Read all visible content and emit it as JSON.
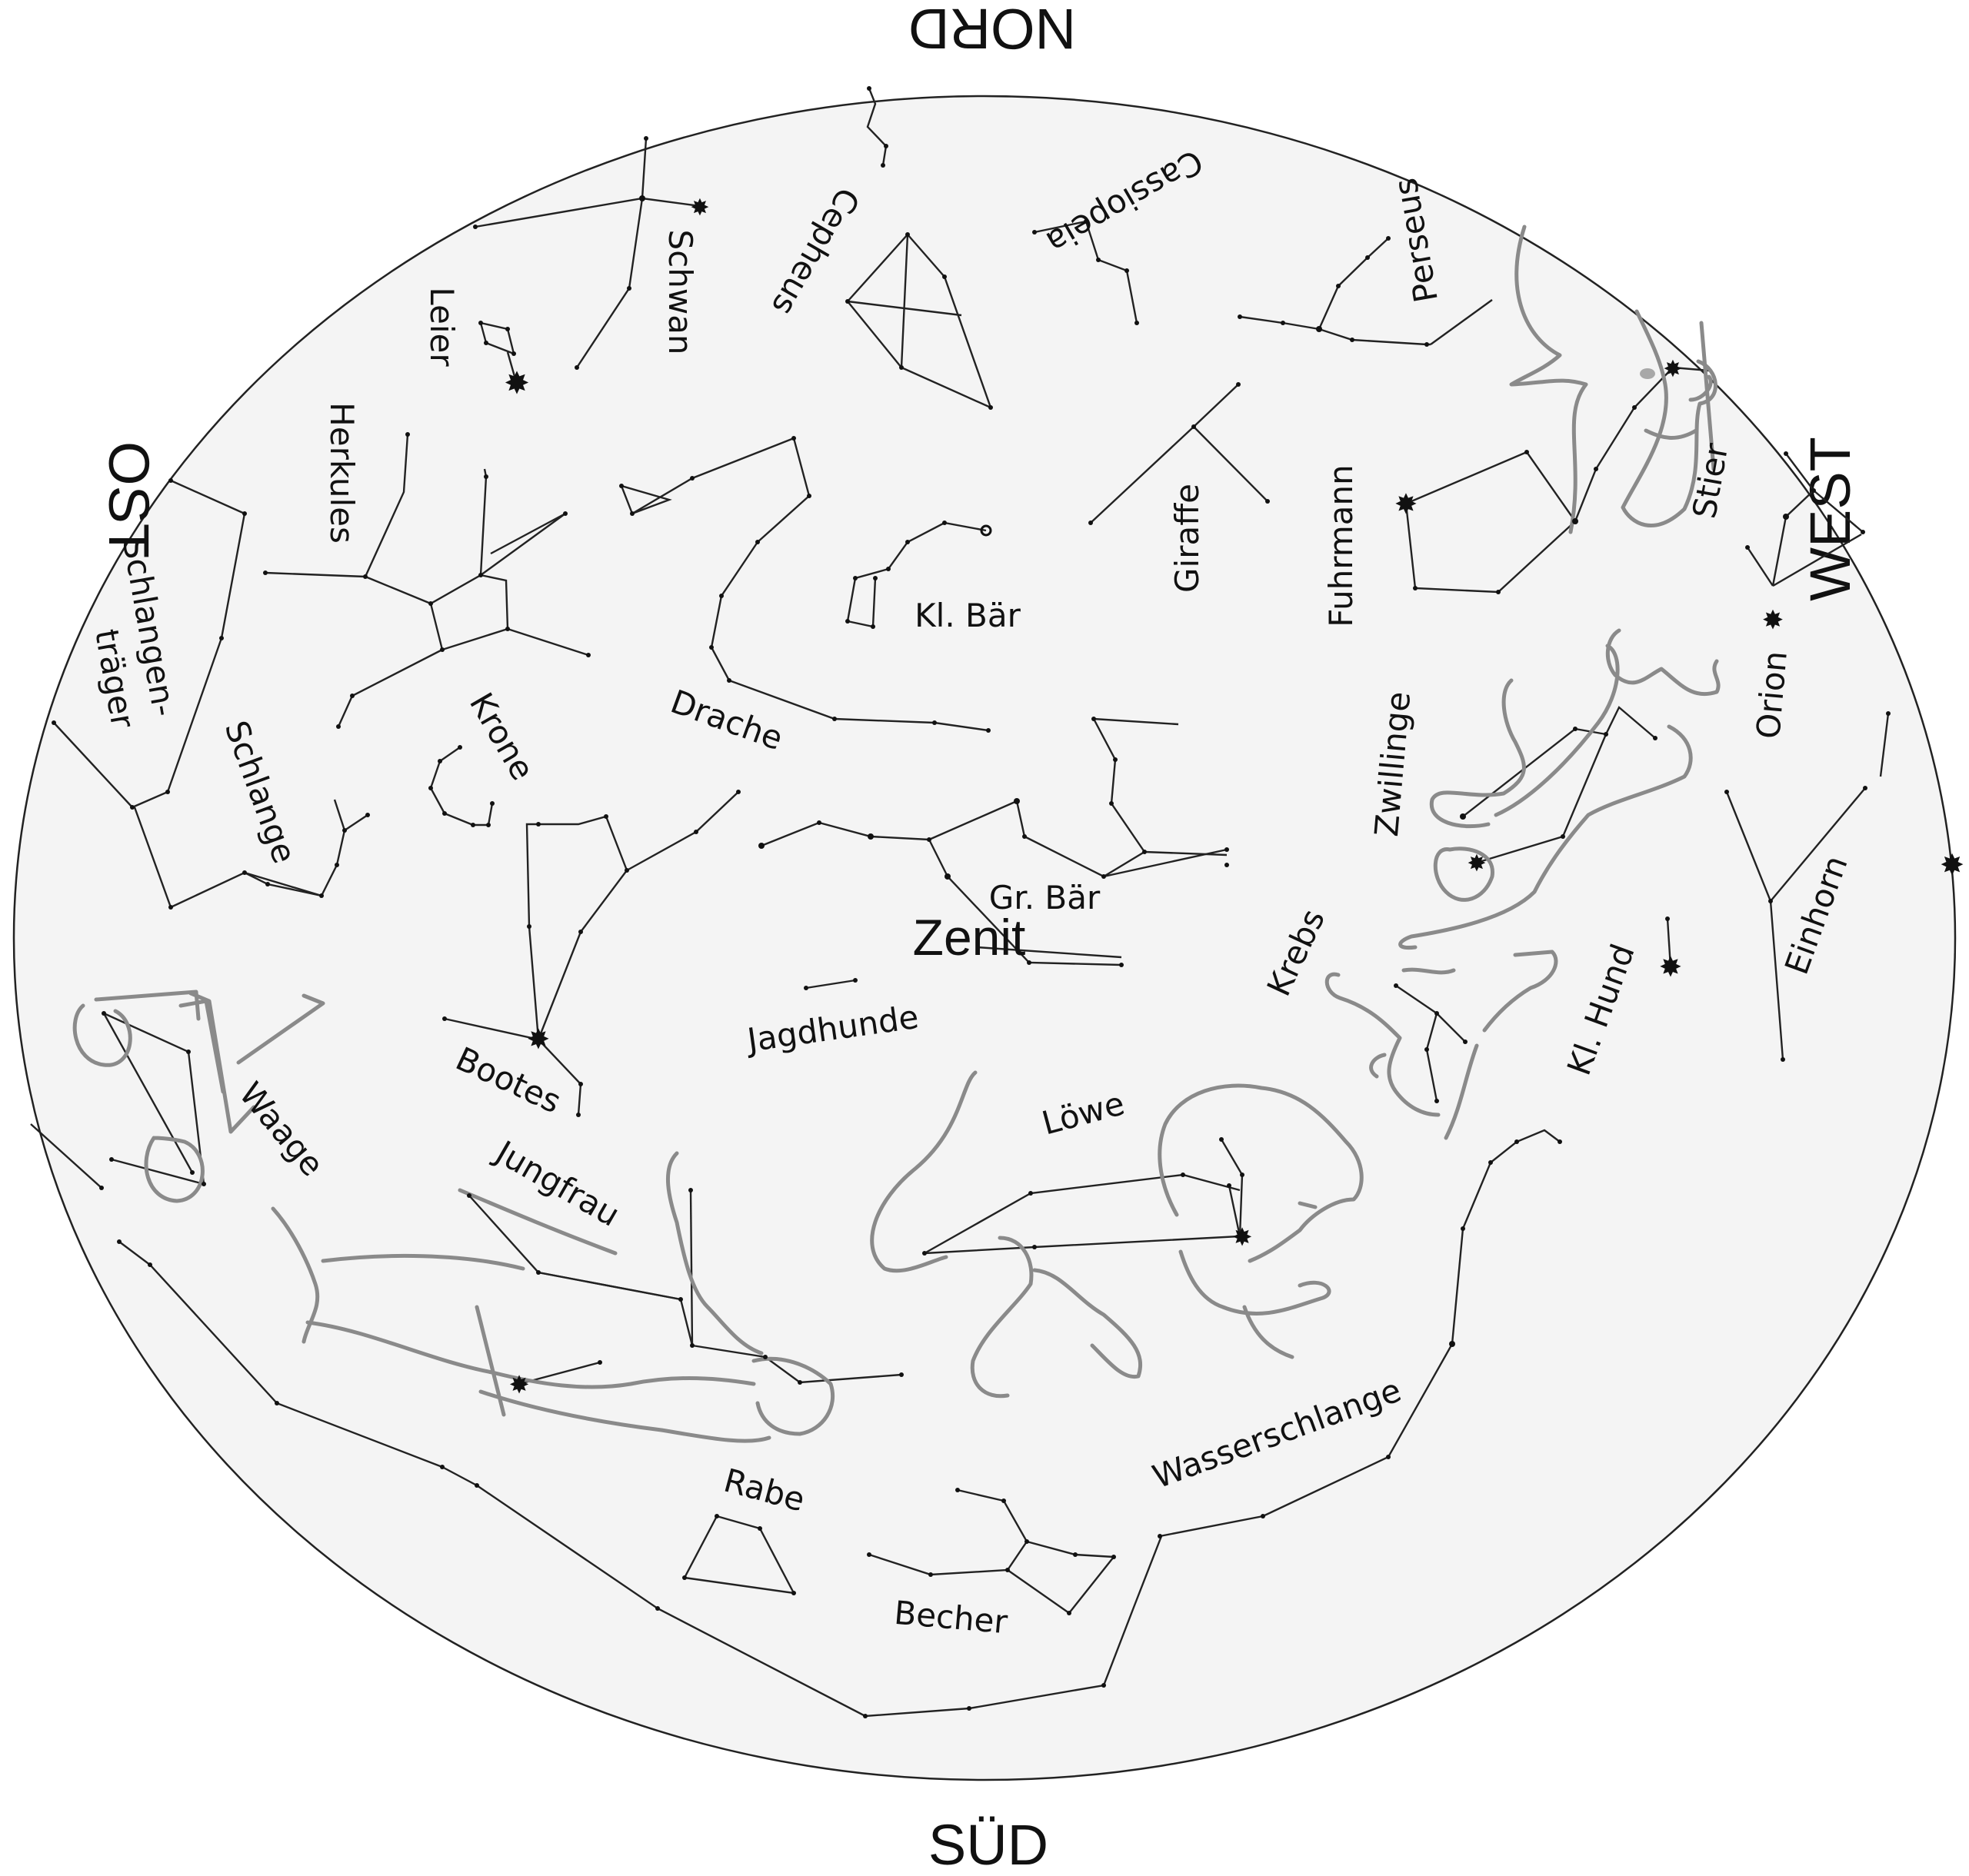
{
  "directions": {
    "north": "NORD",
    "south": "SÜD",
    "east": "OST",
    "west": "WEST"
  },
  "zenith": "Zenit",
  "constellations": {
    "schwan": "Schwan",
    "cepheus": "Cepheus",
    "cassiopeia": "Cassiopeia",
    "perseus": "Perseus",
    "leier": "Leier",
    "herkules": "Herkules",
    "schlangentraeger_1": "Schlangen-",
    "schlangentraeger_2": "träger",
    "schlange": "Schlange",
    "krone": "Krone",
    "drache": "Drache",
    "kl_baer": "Kl. Bär",
    "giraffe": "Giraffe",
    "fuhrmann": "Fuhrmann",
    "stier": "Stier",
    "orion": "Orion",
    "zwillinge": "Zwillinge",
    "einhorn": "Einhorn",
    "gr_baer": "Gr. Bär",
    "jagdhunde": "Jagdhunde",
    "bootes": "Bootes",
    "waage": "Waage",
    "krebs": "Krebs",
    "kl_hund": "Kl. Hund",
    "loewe": "Löwe",
    "jungfrau": "Jungfrau",
    "rabe": "Rabe",
    "becher": "Becher",
    "wasserschlange": "Wasserschlange"
  },
  "colors": {
    "sky": "#f4f4f4",
    "lines": "#222222",
    "figures": "#8a8a8a"
  }
}
